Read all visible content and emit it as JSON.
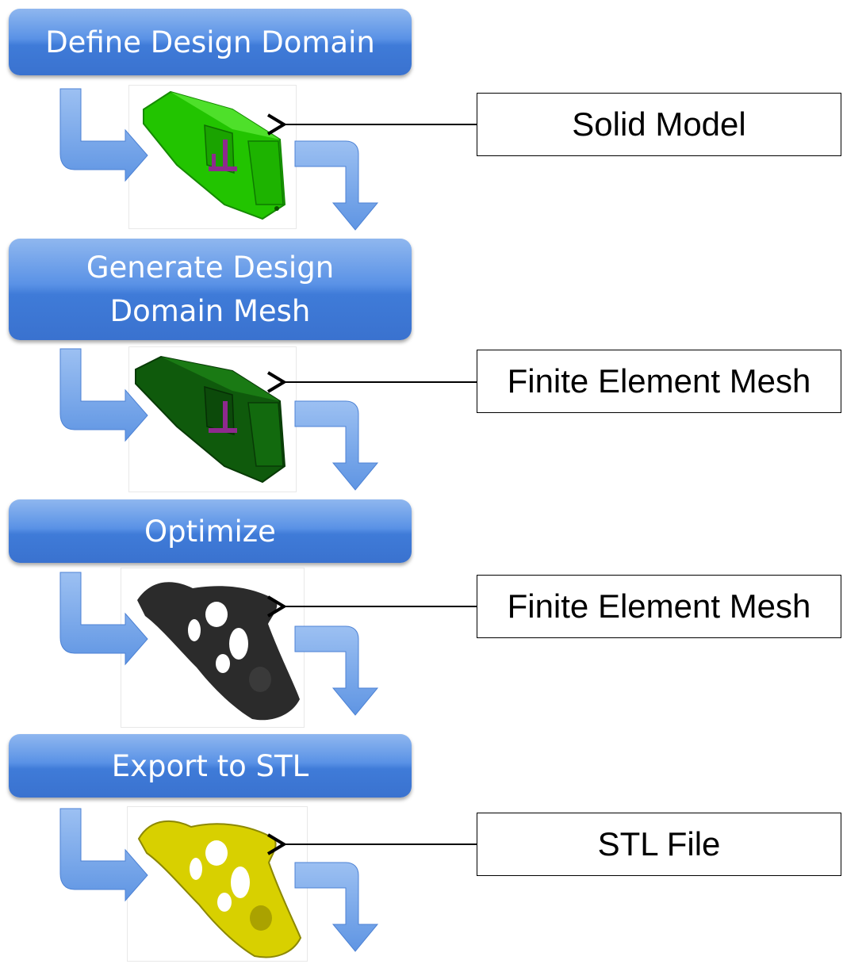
{
  "steps": [
    {
      "label": "Define Design Domain"
    },
    {
      "label_line1": "Generate Design",
      "label_line2": "Domain Mesh"
    },
    {
      "label": "Optimize"
    },
    {
      "label": "Export to STL"
    }
  ],
  "outputs": [
    {
      "label": "Solid Model",
      "image": "green-solid-model"
    },
    {
      "label": "Finite Element Mesh",
      "image": "dark-green-mesh-model"
    },
    {
      "label": "Finite Element Mesh",
      "image": "black-optimized-mesh"
    },
    {
      "label": "STL File",
      "image": "yellow-stl-part"
    }
  ],
  "colors": {
    "step_gradient_top": "#8fb7ef",
    "step_gradient_bottom": "#3a72cf",
    "flow_arrow": "#6a9ee6",
    "solid_green": "#22c400",
    "mesh_green": "#0f5a0c",
    "mesh_black": "#2a2a2a",
    "stl_yellow": "#d8d000",
    "internal_purple": "#8e2a8e"
  }
}
